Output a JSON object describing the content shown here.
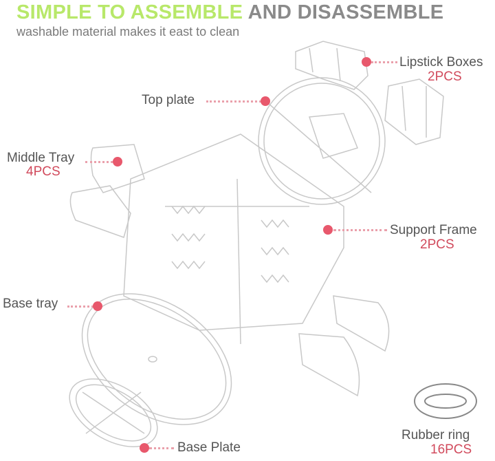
{
  "title": {
    "part1": "SIMPLE TO ASSEMBLE",
    "part2": "AND DISASSEMBLE"
  },
  "subtitle": "washable material makes it east to clean",
  "parts": {
    "lipstick_boxes": {
      "label": "Lipstick Boxes",
      "qty": "2PCS"
    },
    "top_plate": {
      "label": "Top plate"
    },
    "middle_tray": {
      "label": "Middle Tray",
      "qty": "4PCS"
    },
    "support_frame": {
      "label": "Support Frame",
      "qty": "2PCS"
    },
    "base_tray": {
      "label": "Base tray"
    },
    "base_plate": {
      "label": "Base Plate"
    },
    "rubber_ring": {
      "label": "Rubber ring",
      "qty": "16PCS"
    }
  },
  "colors": {
    "green": "#b8e86a",
    "gray": "#8a8a8a",
    "accent": "#e8586c"
  }
}
